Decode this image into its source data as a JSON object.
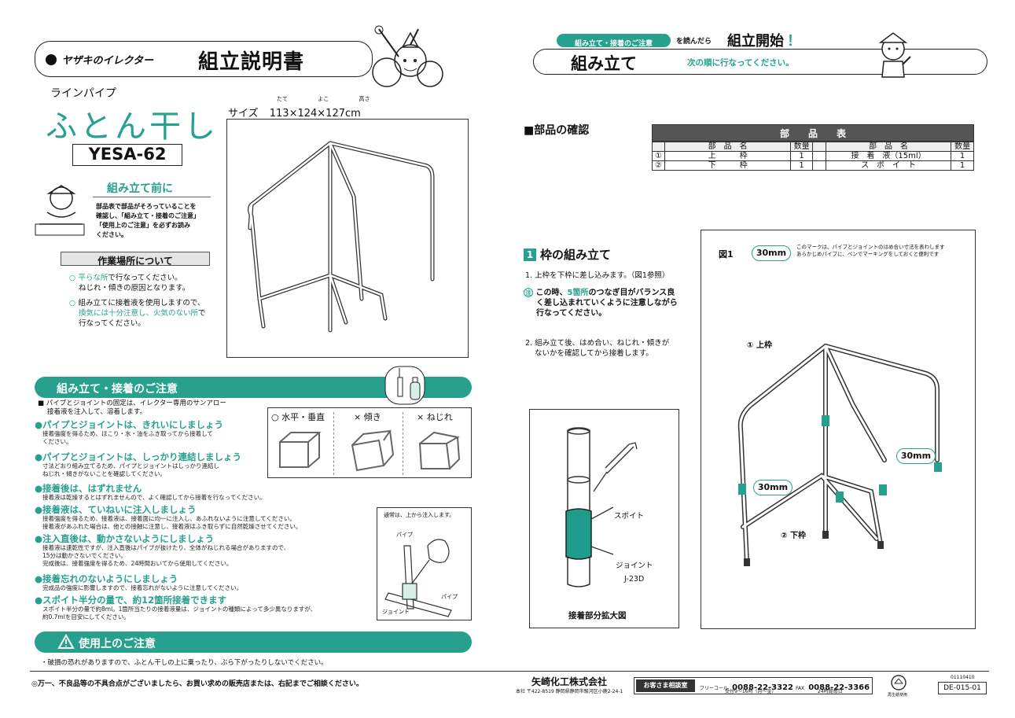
{
  "header_left": {
    "brand": "ヤザキのイレクター",
    "doc_title": "組立説明書",
    "category": "ラインパイプ",
    "product_name": "ふとん干し",
    "model": "YESA-62",
    "size_label": "サイズ",
    "size_value": "113×124×127cm",
    "size_ruby": [
      "たて",
      "よこ",
      "高さ"
    ]
  },
  "before": {
    "heading": "組み立て前に",
    "text": [
      "部品表で部品がそろっていることを",
      "確認し、「組み立て・接着のご注意」",
      "「使用上のご注意」を必ずお読み",
      "ください。"
    ]
  },
  "workplace": {
    "heading": "作業場所について",
    "items": [
      {
        "prefix": "平らな所",
        "rest": "で行なってください。",
        "sub": "ねじれ・傾きの原因となります。"
      },
      {
        "prefix": "組み立てに接着液を使用しますので、",
        "hl": "換気には十分注意し、火気のない所",
        "rest": "で",
        "sub": "行なってください。"
      }
    ]
  },
  "caution": {
    "heading": "組み立て・接着のご注意",
    "intro1": "■ パイプとジョイントの固定は、イレクター専用のサンアロー",
    "intro2": "接着液を注入して、溶着します。",
    "items": [
      {
        "title": "●パイプとジョイントは、きれいにしましょう",
        "notes": [
          "接着強度を得るため、ほこり・水・油をふき取ってから接着して",
          "ください。"
        ]
      },
      {
        "title": "●パイプとジョイントは、しっかり連結しましょう",
        "notes": [
          "寸法どおり組み立てるため、パイプとジョイントはしっかり連結し",
          "ねじれ・傾きがないことを確認してください。"
        ]
      },
      {
        "title": "●接着後は、はずれません",
        "notes": [
          "接着液は乾燥するとはずれませんので、よく確認してから接着を行なってください。"
        ]
      },
      {
        "title": "●接着液は、ていねいに注入しましょう",
        "notes": [
          "接着強度を得るため、接着液は、接着面に均一に注入し、あふれないように注意してください。",
          "接着液があふれた場合は、他との接触に注意し、接着液はふき取らずに自然乾燥させてください。"
        ]
      },
      {
        "title": "●注入直後は、動かさないようにしましょう",
        "notes": [
          "接着液は速乾性ですが、注入直後はパイプが抜けたり、全体がねじれる場合がありますので、",
          "15分は動かさないでください。",
          "完成後は、接着強度を得るため、24時間おいてから使用してください。"
        ]
      },
      {
        "title": "●接着忘れのないようにしましょう",
        "notes": [
          "完成品の強度に影響しますので、接着忘れがないように注意してください。"
        ]
      },
      {
        "title": "●スポイト半分の量で、約12箇所接着できます",
        "notes": [
          "スポイト半分の量で約8ml。1箇所当たりの接着液量は、ジョイントの種類によって多少異なりますが、",
          "約0.7mlを目安にしてください。"
        ]
      }
    ],
    "orient_labels": [
      "○ 水平・垂直",
      "× 傾き",
      "× ねじれ"
    ],
    "inject_caption": "通常は、上から注入します。",
    "inject_labels": {
      "pipe1": "パイプ",
      "pipe2": "パイプ",
      "joint": "ジョイント"
    }
  },
  "usage": {
    "heading": "使用上のご注意",
    "text": "・破損の恐れがありますので、ふとん干しの上に乗ったり、ぶら下がったりしないでください。"
  },
  "footer_left": "◎万一、不良品等の不具合点がございましたら、お買い求めの販売店または、右記までご相談ください。",
  "header_right": {
    "tag": "組み立て・接着のご注意",
    "read": "を読んだら",
    "start": "組立開始",
    "excl": "！",
    "title": "組み立て",
    "subtitle": "次の順に行なってください。"
  },
  "parts": {
    "heading": "■部品の確認",
    "table_title": "部　　品　　表",
    "col_name": "部　品　名",
    "col_qty": "数量",
    "rows": [
      {
        "no": "①",
        "name": "上　　　枠",
        "qty": "1",
        "name2": "接　着　液（15ml）",
        "qty2": "1"
      },
      {
        "no": "②",
        "name": "下　　　枠",
        "qty": "1",
        "name2": "ス　ポ　イ　ト",
        "qty2": "1"
      }
    ]
  },
  "step1": {
    "num": "1",
    "title": "枠の組み立て",
    "s1": "1. 上枠を下枠に差し込みます。（図1参照）",
    "warn_mark": "注",
    "warn_pre": "この時、",
    "warn_hl": "5箇所",
    "warn_rest": "のつなぎ目がバランス良",
    "warn_l2": "く差し込まれていくように注意しながら",
    "warn_l3": "行なってください。",
    "s2a": "2. 組み立て後、はめ合い、ねじれ・傾きが",
    "s2b": "ないかを確認してから接着します。"
  },
  "detail": {
    "spoit": "スポイト",
    "joint": "ジョイント",
    "joint_code": "J-23D",
    "caption": "接着部分拡大図"
  },
  "figure1": {
    "label": "図1",
    "mark": "30mm",
    "mark_note1": "このマークは、パイプとジョイントのはめ合い寸法を表わします",
    "mark_note2": "あらかじめパイプに、ペンでマーキングをしておくと便利です",
    "upper": "① 上枠",
    "lower": "② 下枠",
    "dim1": "30mm",
    "dim2": "30mm"
  },
  "footer_right": {
    "company": "矢崎化工株式会社",
    "address": "本社 〒422-8519 静岡県静岡市駿河区小鹿2-24-1",
    "consult": "お客さま相談室",
    "free_label": "フリーコール",
    "free_no": "0088-22-3322",
    "fax_label": "FAX",
    "fax_no": "0088-22-3366",
    "hours1": "受付9～16時（月～金）",
    "hours2": "24時間毎日",
    "recycle": "再生紙使用",
    "date_code": "01110410",
    "doc_code": "DE-015-01"
  },
  "colors": {
    "accent": "#27a18e"
  }
}
